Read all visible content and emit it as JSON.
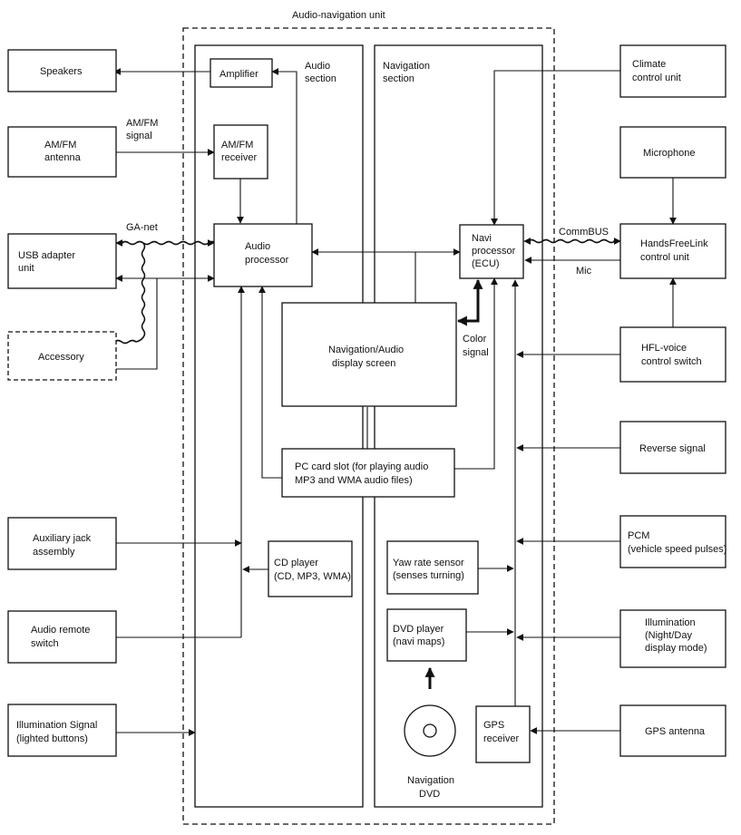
{
  "unit": {
    "title": "Audio-navigation unit",
    "audio_section": [
      "Audio",
      "section"
    ],
    "navigation_section": [
      "Navigation",
      "section"
    ]
  },
  "left_boxes": {
    "speakers": [
      "Speakers"
    ],
    "amfm_antenna": [
      "AM/FM",
      "antenna"
    ],
    "usb_adapter": [
      "USB adapter",
      "unit"
    ],
    "accessory": [
      "Accessory"
    ],
    "aux_jack": [
      "Auxiliary jack",
      "assembly"
    ],
    "audio_remote": [
      "Audio remote",
      "switch"
    ],
    "illumination_signal": [
      "Illumination Signal",
      "(lighted buttons)"
    ]
  },
  "audio_boxes": {
    "amplifier": [
      "Amplifier"
    ],
    "amfm_receiver": [
      "AM/FM",
      "receiver"
    ],
    "audio_processor": [
      "Audio",
      "processor"
    ],
    "cd_player": [
      "CD player",
      "(CD, MP3, WMA)"
    ]
  },
  "center_boxes": {
    "display": [
      "Navigation/Audio",
      "display screen"
    ],
    "pc_card": [
      "PC card slot (for playing audio",
      "MP3 and WMA audio files)"
    ]
  },
  "nav_boxes": {
    "navi_processor": [
      "Navi",
      "processor",
      "(ECU)"
    ],
    "yaw_sensor": [
      "Yaw rate sensor",
      "(senses turning)"
    ],
    "dvd_player": [
      "DVD player",
      "(navi maps)"
    ],
    "gps_receiver": [
      "GPS",
      "receiver"
    ],
    "navigation_dvd": [
      "Navigation",
      "DVD"
    ]
  },
  "right_boxes": {
    "climate": [
      "Climate",
      "control unit"
    ],
    "microphone": [
      "Microphone"
    ],
    "handsfreelink": [
      "HandsFreeLink",
      "control unit"
    ],
    "hfl_voice": [
      "HFL-voice",
      "control switch"
    ],
    "reverse": [
      "Reverse signal"
    ],
    "pcm": [
      "PCM",
      "(vehicle speed pulses)"
    ],
    "illumination": [
      "Illumination",
      "(Night/Day",
      "display mode)"
    ],
    "gps_antenna": [
      "GPS antenna"
    ]
  },
  "labels": {
    "amfm_signal": [
      "AM/FM",
      "signal"
    ],
    "ganet": [
      "GA-net"
    ],
    "commbus": [
      "CommBUS"
    ],
    "mic": [
      "Mic"
    ],
    "color_signal": [
      "Color",
      "signal"
    ]
  }
}
